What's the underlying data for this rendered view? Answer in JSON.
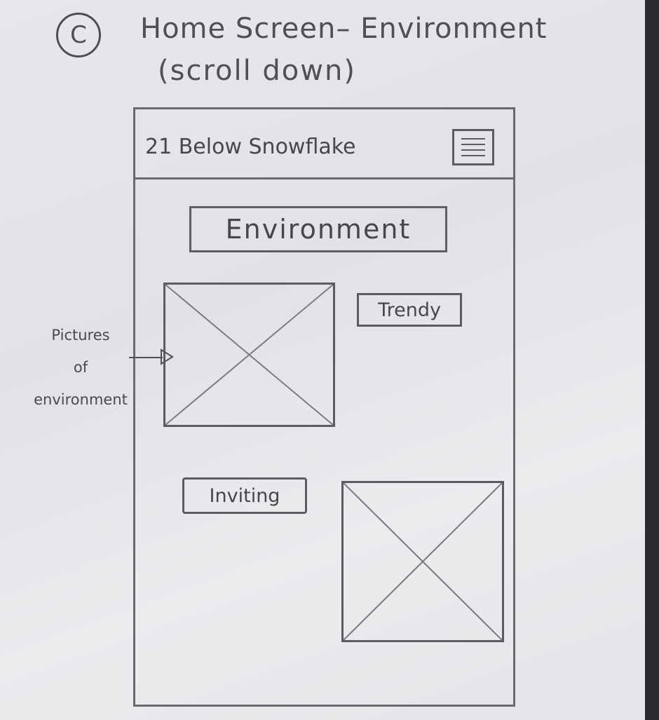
{
  "sketch": {
    "label": "C",
    "title_line1": "Home Screen– Environment",
    "title_line2": "(scroll down)"
  },
  "app": {
    "title": "21 Below Snowflake",
    "menu_icon": "hamburger-menu-icon",
    "section_title": "Environment",
    "images": [
      {
        "placeholder_icon": "image-placeholder-icon",
        "tag": "Trendy"
      },
      {
        "placeholder_icon": "image-placeholder-icon",
        "tag": "Inviting"
      }
    ]
  },
  "annotation": {
    "lines": [
      "Pictures",
      "of",
      "environment"
    ]
  }
}
